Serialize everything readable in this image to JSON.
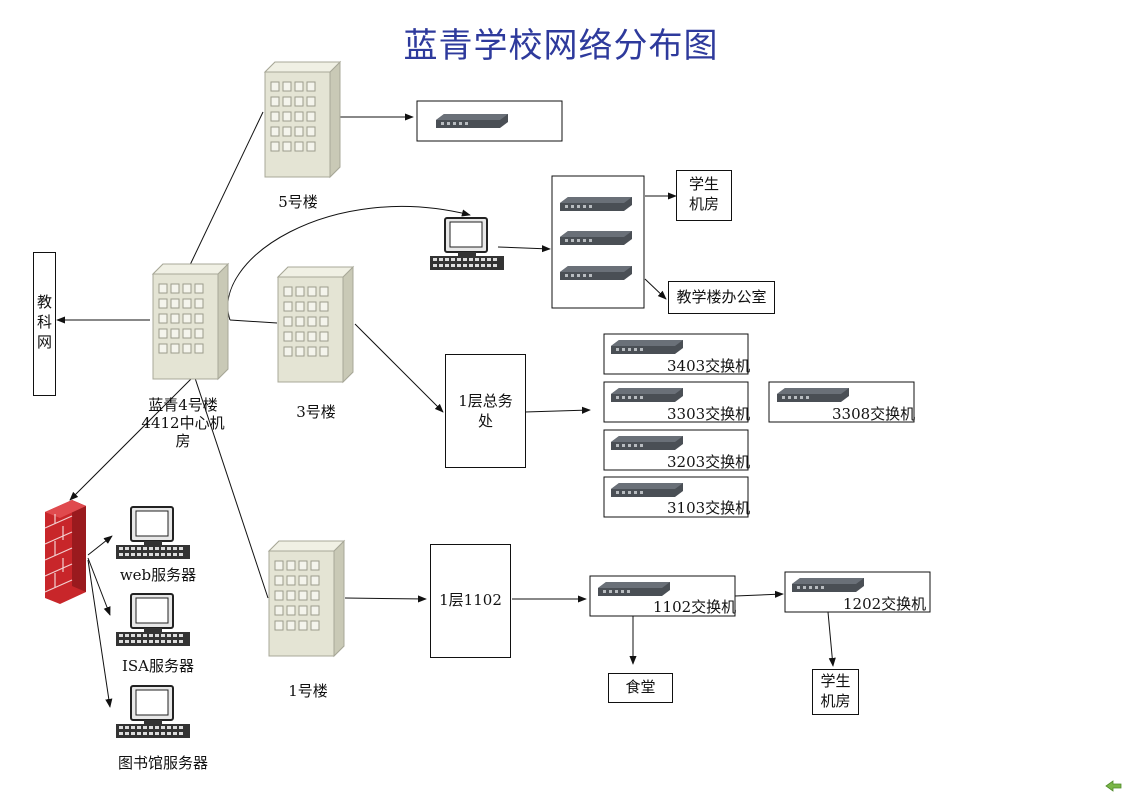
{
  "title": "蓝青学校网络分布图",
  "buildings": {
    "b5": "5号楼",
    "b3": "3号楼",
    "b1": "1号楼",
    "center": "蓝青4号楼\n4412中心机\n房"
  },
  "boxes": {
    "jiaokewang": "教\n科\n网",
    "student_lab_top": "学生\n机房",
    "teaching_office": "教学楼办公室",
    "general_affairs": "1层总务\n处",
    "floor1_1102": "1层1102",
    "canteen": "食堂",
    "student_lab_bottom": "学生\n机房"
  },
  "switches": {
    "s3403": "3403交换机",
    "s3303": "3303交换机",
    "s3308": "3308交换机",
    "s3203": "3203交换机",
    "s3103": "3103交换机",
    "s1102": "1102交换机",
    "s1202": "1202交换机"
  },
  "servers": {
    "web": "web服务器",
    "isa": "ISA服务器",
    "library": "图书馆服务器"
  },
  "colors": {
    "title": "#2e3a9c",
    "firewall": "#c8262a",
    "building": "#dcdccc",
    "switch": "#4a4f55"
  }
}
